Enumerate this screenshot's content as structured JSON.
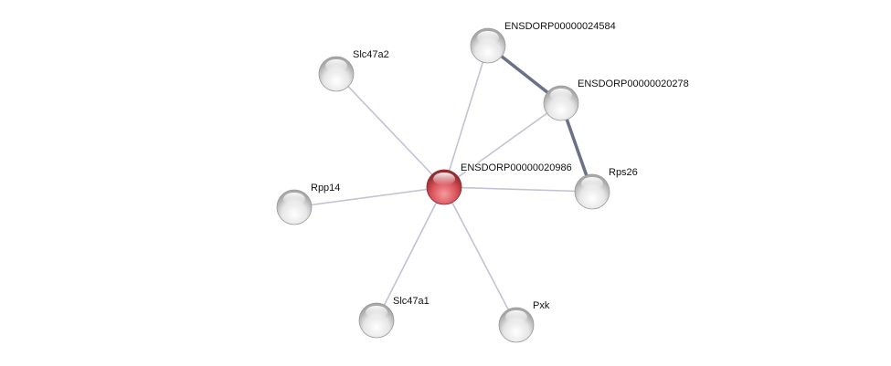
{
  "network": {
    "query_node": "ENSDORP00000020986",
    "nodes": [
      {
        "id": "ENSDORP00000020986",
        "label": "ENSDORP00000020986",
        "color": "#d9545a",
        "query": true
      },
      {
        "id": "Slc47a2",
        "label": "Slc47a2",
        "color": "#e8e8e8"
      },
      {
        "id": "ENSDORP00000024584",
        "label": "ENSDORP00000024584",
        "color": "#e8e8e8"
      },
      {
        "id": "ENSDORP00000020278",
        "label": "ENSDORP00000020278",
        "color": "#e8e8e8"
      },
      {
        "id": "Rps26",
        "label": "Rps26",
        "color": "#e8e8e8"
      },
      {
        "id": "Rpp14",
        "label": "Rpp14",
        "color": "#e8e8e8"
      },
      {
        "id": "Slc47a1",
        "label": "Slc47a1",
        "color": "#e8e8e8"
      },
      {
        "id": "Pxk",
        "label": "Pxk",
        "color": "#e8e8e8"
      }
    ],
    "edges": [
      {
        "source": "ENSDORP00000020986",
        "target": "Slc47a2",
        "strength": "weak"
      },
      {
        "source": "ENSDORP00000020986",
        "target": "ENSDORP00000024584",
        "strength": "weak"
      },
      {
        "source": "ENSDORP00000020986",
        "target": "ENSDORP00000020278",
        "strength": "weak"
      },
      {
        "source": "ENSDORP00000020986",
        "target": "Rps26",
        "strength": "weak"
      },
      {
        "source": "ENSDORP00000020986",
        "target": "Rpp14",
        "strength": "weak"
      },
      {
        "source": "ENSDORP00000020986",
        "target": "Slc47a1",
        "strength": "weak"
      },
      {
        "source": "ENSDORP00000020986",
        "target": "Pxk",
        "strength": "weak"
      },
      {
        "source": "ENSDORP00000024584",
        "target": "ENSDORP00000020278",
        "strength": "strong"
      },
      {
        "source": "ENSDORP00000020278",
        "target": "Rps26",
        "strength": "strong"
      }
    ],
    "edge_colors": {
      "weak": "#c2c2d4",
      "strong": "#6a7088"
    }
  }
}
